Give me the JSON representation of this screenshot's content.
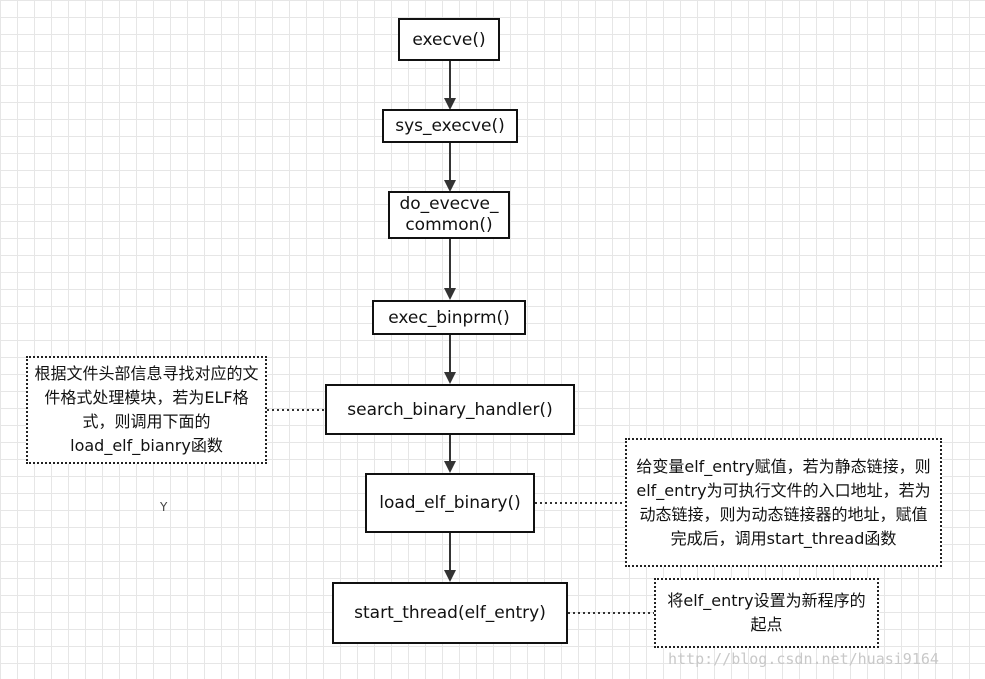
{
  "nodes": {
    "execve": "execve()",
    "sys_execve": "sys_execve()",
    "do_execve_common": "do_evecve_\ncommon()",
    "exec_binprm": "exec_binprm()",
    "search_binary_handler": "search_binary_handler()",
    "load_elf_binary": "load_elf_binary()",
    "start_thread": "start_thread(elf_entry)"
  },
  "notes": {
    "search_binary_handler_note": "根据文件头部信息寻找对应的文件格式处理模块，若为ELF格式，则调用下面的load_elf_bianry函数",
    "load_elf_binary_note": "给变量elf_entry赋值，若为静态链接，则elf_entry为可执行文件的入口地址，若为动态链接，则为动态链接器的地址，赋值完成后，调用start_thread函数",
    "start_thread_note": "将elf_entry设置为新程序的起点"
  },
  "stray_mark": "Y",
  "watermark": "http://blog.csdn.net/huasi9164"
}
